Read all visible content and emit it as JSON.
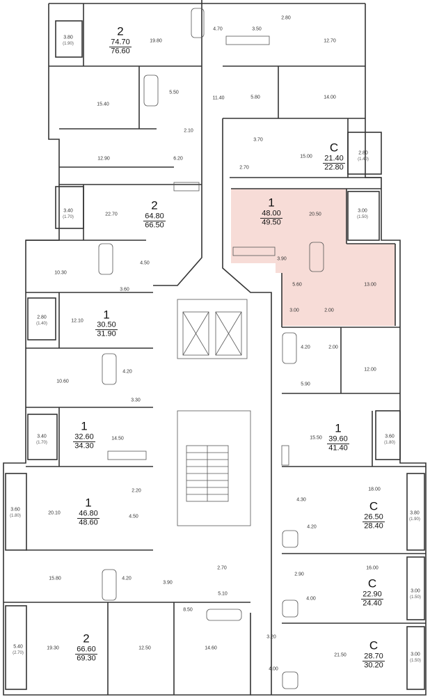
{
  "apartments": [
    {
      "id": "a1",
      "type": "2",
      "area_living": "74.70",
      "area_total": "76.60"
    },
    {
      "id": "a2",
      "type": "2",
      "area_living": "64.80",
      "area_total": "66.50"
    },
    {
      "id": "a3",
      "type": "1",
      "area_living": "30.50",
      "area_total": "31.90"
    },
    {
      "id": "a4",
      "type": "1",
      "area_living": "32.60",
      "area_total": "34.30"
    },
    {
      "id": "a5",
      "type": "1",
      "area_living": "46.80",
      "area_total": "48.60"
    },
    {
      "id": "a6",
      "type": "2",
      "area_living": "66.60",
      "area_total": "69.30"
    },
    {
      "id": "a7",
      "type": "С",
      "area_living": "21.40",
      "area_total": "22.80"
    },
    {
      "id": "a8",
      "type": "1",
      "area_living": "48.00",
      "area_total": "49.50",
      "highlighted": true
    },
    {
      "id": "a9",
      "type": "1",
      "area_living": "39.60",
      "area_total": "41.40"
    },
    {
      "id": "a10",
      "type": "С",
      "area_living": "26.50",
      "area_total": "28.40"
    },
    {
      "id": "a11",
      "type": "С",
      "area_living": "22.90",
      "area_total": "24.40"
    },
    {
      "id": "a12",
      "type": "С",
      "area_living": "28.70",
      "area_total": "30.20"
    }
  ],
  "rooms": [
    "19.80",
    "4.70",
    "3.50",
    "2.80",
    "12.70",
    "15.40",
    "5.50",
    "11.40",
    "5.80",
    "14.00",
    "2.10",
    "3.70",
    "15.00",
    "12.90",
    "6.20",
    "2.70",
    "22.70",
    "20.50",
    "4.50",
    "10.30",
    "3.60",
    "3.90",
    "5.60",
    "13.00",
    "12.10",
    "3.00",
    "2.00",
    "4.20",
    "2.00",
    "10.60",
    "4.20",
    "12.00",
    "3.30",
    "5.90",
    "14.50",
    "15.50",
    "2.20",
    "18.00",
    "20.10",
    "4.50",
    "4.30",
    "4.20",
    "15.80",
    "4.20",
    "3.90",
    "2.70",
    "16.00",
    "2.90",
    "5.10",
    "4.00",
    "8.50",
    "19.30",
    "12.50",
    "14.60",
    "3.20",
    "21.50",
    "4.00"
  ],
  "balconies": [
    {
      "area": "3.80",
      "sub": "(1.90)"
    },
    {
      "area": "2.80",
      "sub": "(1.40)"
    },
    {
      "area": "3.40",
      "sub": "(1.70)"
    },
    {
      "area": "2.80",
      "sub": "(1.40)"
    },
    {
      "area": "3.00",
      "sub": "(1.50)"
    },
    {
      "area": "3.40",
      "sub": "(1.70)"
    },
    {
      "area": "3.60",
      "sub": "(1.80)"
    },
    {
      "area": "3.60",
      "sub": "(1.80)"
    },
    {
      "area": "3.80",
      "sub": "(1.90)"
    },
    {
      "area": "3.00",
      "sub": "(1.50)"
    },
    {
      "area": "5.40",
      "sub": "(2.70)"
    },
    {
      "area": "3.00",
      "sub": "(1.50)"
    }
  ],
  "colors": {
    "highlight": "#f7dcd7",
    "wall": "#333333",
    "outline": "#555555"
  }
}
